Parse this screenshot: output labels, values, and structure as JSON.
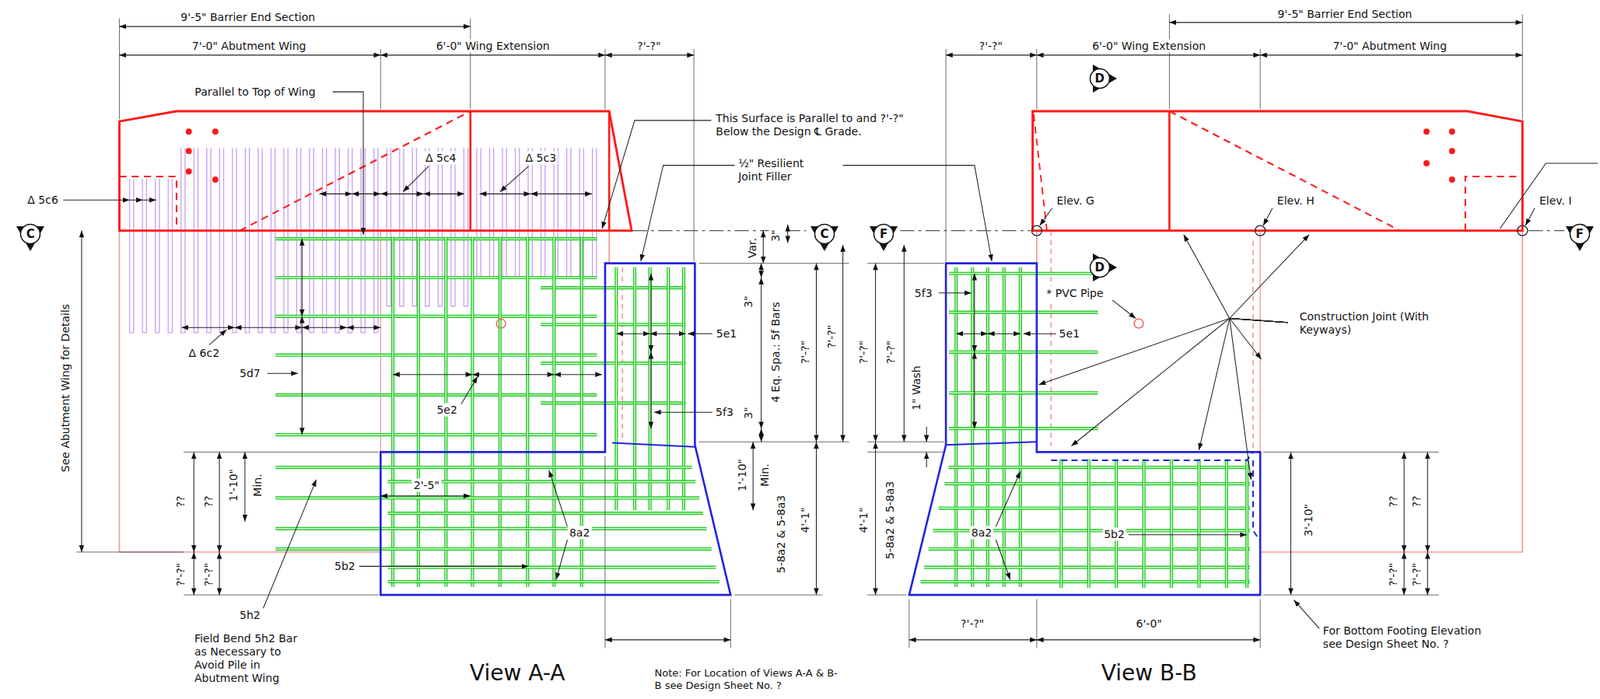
{
  "diagram": {
    "nodes": [
      {
        "text": [
          "D"
        ]
      },
      {
        "text": [
          "C"
        ]
      },
      {
        "text": [
          "C"
        ]
      },
      {
        "text": [
          "F"
        ]
      },
      {
        "text": [
          "F"
        ]
      },
      {
        "text": [
          "D"
        ]
      }
    ],
    "labels": [
      "9'-5\" Barrier End Section",
      "7'-0\" Abutment Wing",
      "6'-0\" Wing Extension",
      "?'-?\"",
      "Parallel to Top of Wing",
      "Δ 5c4",
      "Δ 5c3",
      "Δ 5c6",
      "This Surface is Parallel to and ?'-?\" Below the Design ℄ Grade.",
      "½\" Resilient Joint Filler",
      "Var.",
      "3\"",
      "3\"",
      "4 Eq. Spa.: 5f Bars",
      "3\"",
      "?'-?\"",
      "?'-?\"",
      "See Abutment Wing for Details",
      "Δ 6c2",
      "5d7",
      "5e2",
      "5e1",
      "5f3",
      "1'-10\"",
      "Min.",
      "??",
      "??",
      "2'-5\"",
      "1'-10\"",
      "Min.",
      "5-8a2 & 5-8a3",
      "4'-1\"",
      "8a2",
      "5b2",
      "?'-?\"",
      "?'-?\"",
      "5h2",
      "Field Bend 5h2 Bar as Necessary to Avoid Pile in Abutment Wing",
      "View A-A",
      "Note: For Location of Views A-A & B-B see Design Sheet No. ?",
      "View B-B",
      "9'-5\" Barrier End Section",
      "?'-?\"",
      "6'-0\" Wing Extension",
      "7'-0\" Abutment Wing",
      "Elev. G",
      "Elev. H",
      "Elev. I",
      "?'-?\"",
      "?'-?\"",
      "5f3",
      "5e1",
      "* PVC Pipe",
      "Construction Joint (With Keyways)",
      "1\" Wash",
      "4'-1\"",
      "5-8a2 & 5-8a3",
      "8a2",
      "5b2",
      "3'-10\"",
      "??",
      "??",
      "?'-?\"",
      "?'-?\"",
      "?'-?\"",
      "6'-0\"",
      "For Bottom Footing Elevation see Design Sheet No. ?"
    ]
  }
}
